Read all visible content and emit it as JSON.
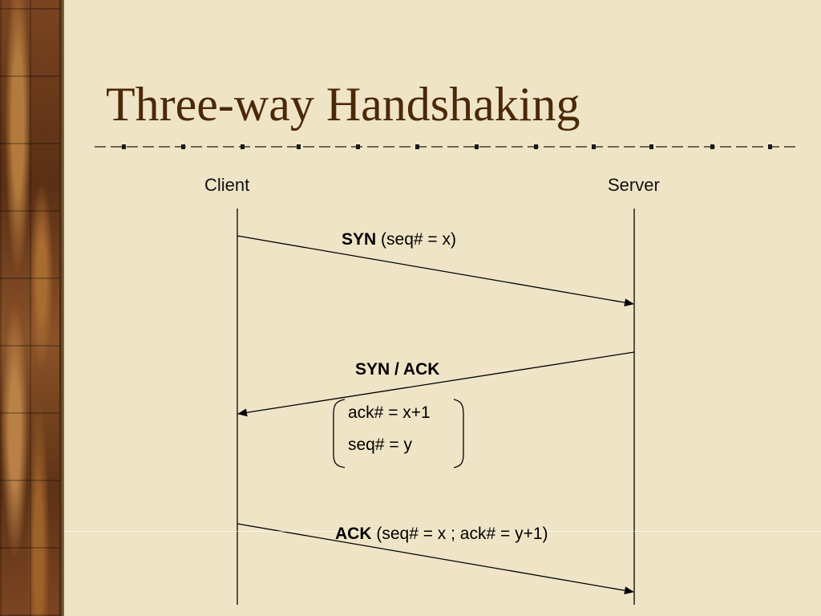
{
  "slide": {
    "title": "Three-way Handshaking"
  },
  "participants": {
    "client": "Client",
    "server": "Server"
  },
  "messages": [
    {
      "name": "SYN",
      "detail": "(seq# = x)"
    },
    {
      "name": "SYN / ACK",
      "detail": ""
    },
    {
      "name": "ACK",
      "detail": "(seq# = x ; ack# = y+1)"
    }
  ],
  "synack_fields": [
    "ack# = x+1",
    "seq# = y"
  ],
  "colors": {
    "title": "#4a2808",
    "background": "#efe4c6",
    "line": "#000000"
  }
}
